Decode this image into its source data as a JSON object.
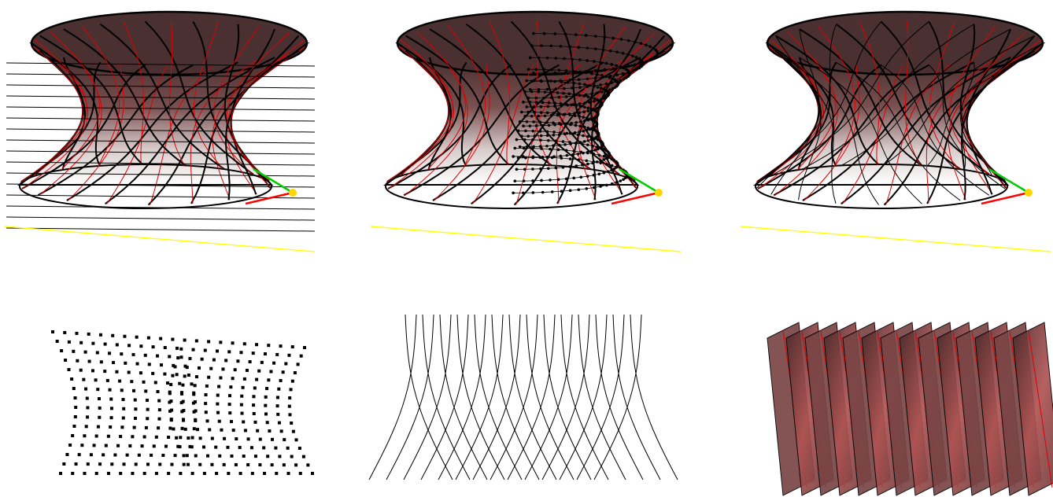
{
  "figure": {
    "panels": [
      {
        "id": "hyperboloid-with-section-planes",
        "kind": "surface",
        "show_planes": true,
        "show_axes": true
      },
      {
        "id": "hyperboloid-with-point-grid",
        "kind": "surface",
        "show_points": true,
        "show_axes": true
      },
      {
        "id": "hyperboloid-with-diagonal-grid",
        "kind": "surface",
        "show_diagonal": true,
        "show_axes": true
      },
      {
        "id": "point-cloud",
        "kind": "points"
      },
      {
        "id": "diagonal-wireframe",
        "kind": "wireframe"
      },
      {
        "id": "twisted-strip-surface",
        "kind": "strips"
      }
    ],
    "colors": {
      "background": "#ffffff",
      "surface_dark": "#3a2626",
      "surface_mid": "#8a5656",
      "surface_light": "#f4f0f0",
      "strip_red": "#c05a5a",
      "strip_dark": "#4a2a2a",
      "edge": "#000000",
      "red_curves": "#e00000",
      "guide_line": "#ffff00",
      "axis_x": "#ff0000",
      "axis_y": "#00cc00",
      "gizmo_point": "#ffd700"
    }
  }
}
